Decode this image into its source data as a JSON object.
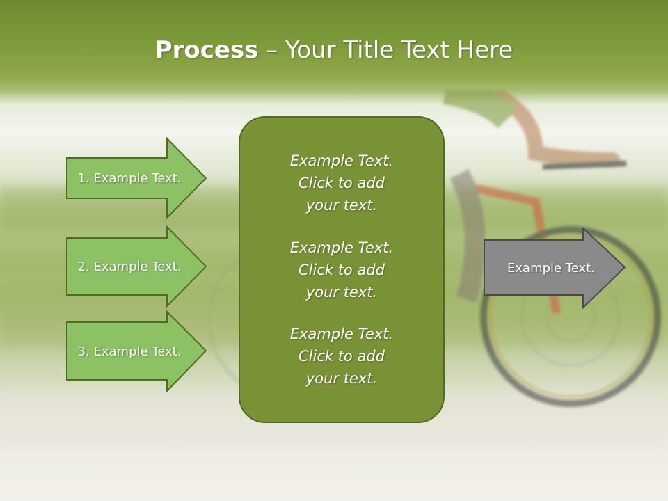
{
  "title": {
    "bold": "Process",
    "rest": " – Your Title Text Here"
  },
  "left_arrows": [
    {
      "label": "1. Example Text."
    },
    {
      "label": "2. Example Text."
    },
    {
      "label": "3. Example Text."
    }
  ],
  "center_blocks": [
    {
      "text": "Example Text.\nClick  to add\nyour text."
    },
    {
      "text": "Example Text.\nClick  to add\nyour text."
    },
    {
      "text": "Example Text.\nClick  to add\nyour text."
    }
  ],
  "right_arrow": {
    "label": "Example Text."
  },
  "colors": {
    "arrow_fill": "#8cc164",
    "arrow_stroke": "#4f6d1f",
    "box_fill": "#7a9236",
    "right_arrow_fill": "#8a8a8a",
    "right_arrow_stroke": "#4a4a4a"
  }
}
